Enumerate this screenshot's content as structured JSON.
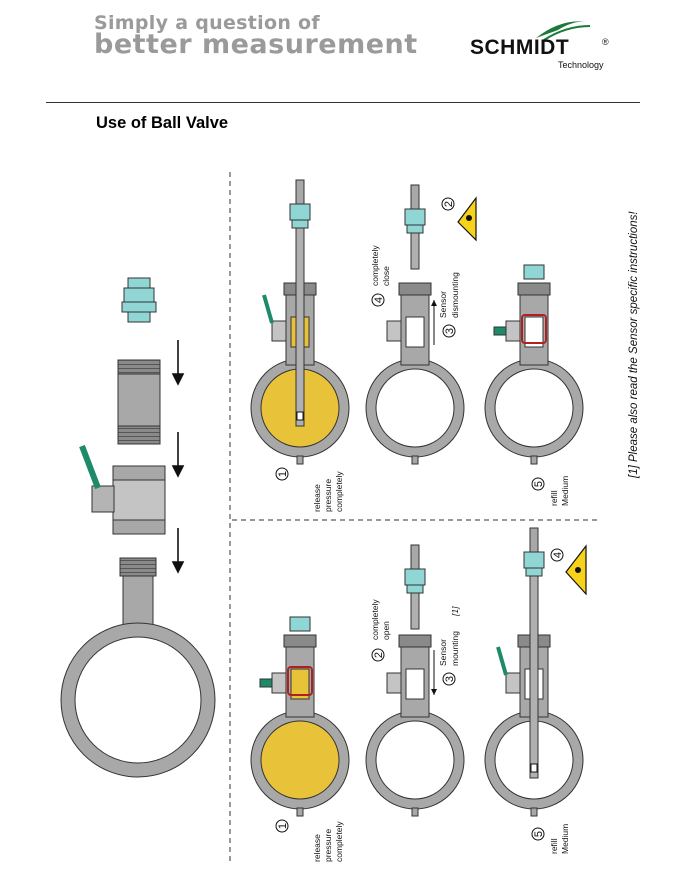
{
  "header": {
    "tagline_line1": "Simply a question of",
    "tagline_line2": "better measurement"
  },
  "logo": {
    "brand": "SCHMIDT",
    "registered": "®",
    "subtitle": "Technology"
  },
  "page": {
    "title": "Use of Ball Valve"
  },
  "side_note": "[1] Please also read the Sensor specific instructions!",
  "steps": {
    "one": "1",
    "two": "2",
    "three": "3",
    "four": "4",
    "five": "5"
  },
  "labels": {
    "release": "release",
    "pressure": "pressure",
    "completely": "completely",
    "close": "close",
    "open": "open",
    "sensor": "Sensor",
    "dismounting": "dismounting",
    "mounting": "mounting",
    "ref": "[1]",
    "refill": "refill",
    "medium": "Medium"
  },
  "colors": {
    "pipe": "#a8a8a8",
    "medium": "#e8c33a",
    "handle": "#1e8a6a",
    "sensor_head": "#8fd6d4",
    "warning": "#f6d21a"
  }
}
